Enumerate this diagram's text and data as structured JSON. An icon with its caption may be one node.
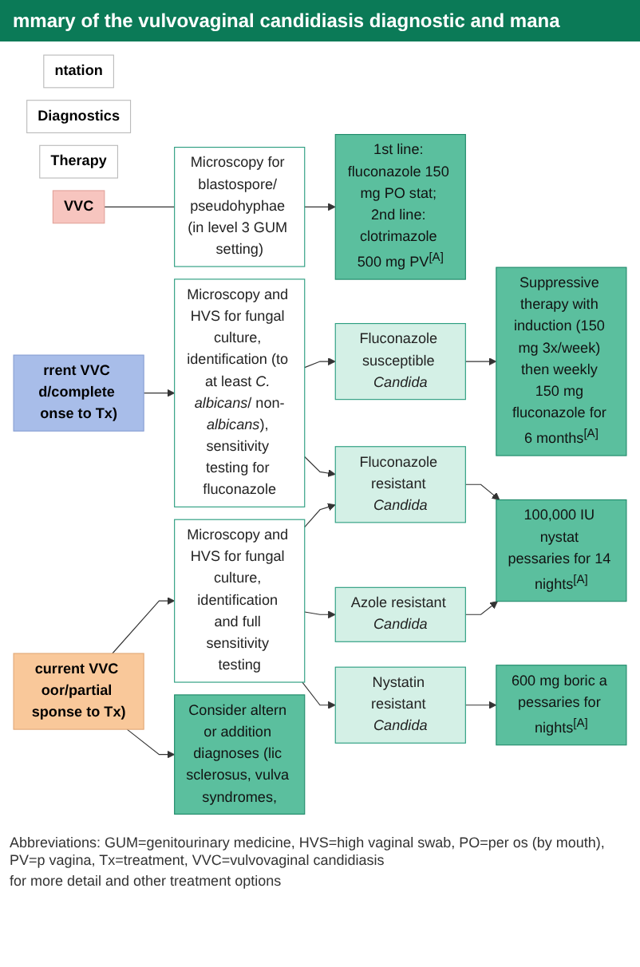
{
  "diagram": {
    "title": "mmary of the vulvovaginal candidiasis diagnostic and mana",
    "nodes": [
      {
        "text": [
          "ntation"
        ]
      },
      {
        "text": [
          "Diagnostics"
        ]
      },
      {
        "text": [
          "Therapy"
        ]
      },
      {
        "text": [
          "VVC"
        ]
      },
      {
        "text": [
          "Microscopy for blastospore/ pseudohyphae (in level 3 GUM setting)"
        ]
      },
      {
        "text": [
          "1st line: fluconazole 150 mg PO stat; 2nd line: clotrimazole 500 mg PV$^{[A]}$"
        ]
      },
      {
        "text": [
          "rrent VVC d/complete onse to Tx)"
        ]
      },
      {
        "text": [
          "Microscopy and HVS for fungal culture, identification (to at least *C. albicans*/ non-*albicans*), sensitivity testing for fluconazole"
        ]
      },
      {
        "text": [
          "Fluconazole susceptible *Candida*"
        ]
      },
      {
        "text": [
          "Suppressive therapy with induction (150 mg 3x/week) then weekly 150 mg fluconazole for 6 months$^{[A]}$"
        ]
      },
      {
        "text": [
          "Fluconazole resistant *Candida*"
        ]
      },
      {
        "text": [
          "100,000 IU nystat pessaries for 14 nights$^{[A]}$"
        ]
      },
      {
        "text": [
          "current VVC oor/partial sponse to Tx)"
        ]
      },
      {
        "text": [
          "Microscopy and HVS for fungal culture, identification and full sensitivity testing"
        ]
      },
      {
        "text": [
          "Azole resistant *Candida*"
        ]
      },
      {
        "text": [
          "Nystatin resistant *Candida*"
        ]
      },
      {
        "text": [
          "600 mg boric a pessaries for nights$^{[A]}$"
        ]
      },
      {
        "text": [
          "Consider altern or addition diagnoses (lic sclerosus, vulva syndromes,"
        ]
      }
    ],
    "edges": [
      {
        "from": 3,
        "to": 4,
        "arrow": "none"
      },
      {
        "from": 4,
        "to": 5,
        "arrow": "to"
      },
      {
        "from": 6,
        "to": 7,
        "arrow": "to"
      },
      {
        "from": 7,
        "to": 8,
        "arrow": "to"
      },
      {
        "from": 7,
        "to": 10,
        "arrow": "to"
      },
      {
        "from": 8,
        "to": 9,
        "arrow": "to"
      },
      {
        "from": 10,
        "to": 11,
        "arrow": "to"
      },
      {
        "from": 12,
        "to": 13,
        "arrow": "to"
      },
      {
        "from": 13,
        "to": 10,
        "arrow": "to"
      },
      {
        "from": 13,
        "to": 14,
        "arrow": "to"
      },
      {
        "from": 14,
        "to": 11,
        "arrow": "to"
      },
      {
        "from": 13,
        "to": 15,
        "arrow": "to"
      },
      {
        "from": 15,
        "to": 16,
        "arrow": "to"
      },
      {
        "from": 12,
        "to": 17,
        "arrow": "to"
      }
    ],
    "labels": [
      "Abbreviations: GUM=genitourinary medicine, HVS=high vaginal swab, PO=per os (by mouth), PV=p vagina, Tx=treatment, VVC=vulvovaginal candidiasis",
      "for more detail and other treatment options"
    ]
  }
}
